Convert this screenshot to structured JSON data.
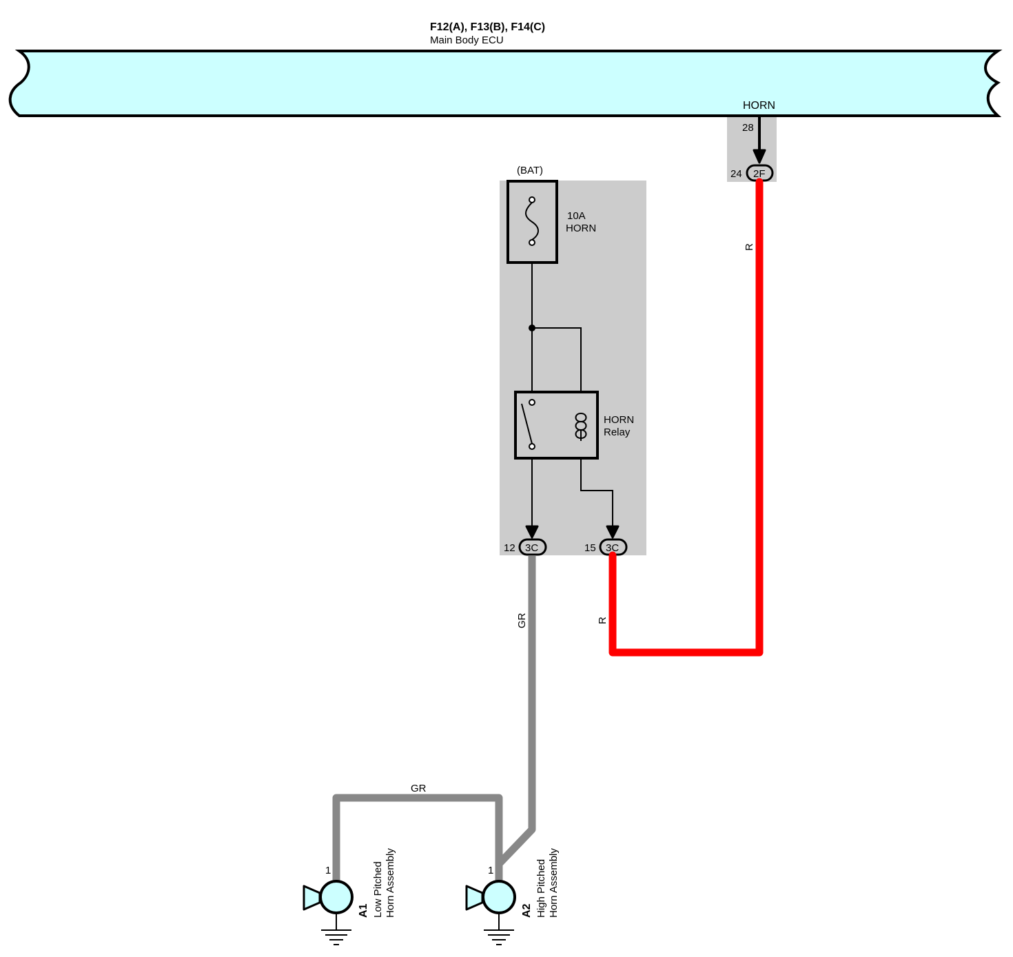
{
  "ecu": {
    "connector_ids": "F12(A), F13(B), F14(C)",
    "name": "Main Body ECU",
    "horn_terminal_label": "HORN",
    "horn_pin": "28",
    "body_color": "#ccffff"
  },
  "junction_2f": {
    "pin": "24",
    "connector": "2F"
  },
  "relay_block": {
    "bat_label": "(BAT)",
    "fuse_rating": "10A",
    "fuse_name": "HORN",
    "relay_name_line1": "HORN",
    "relay_name_line2": "Relay",
    "block_color": "#cccccc"
  },
  "junction_3c_left": {
    "pin": "12",
    "connector": "3C"
  },
  "junction_3c_right": {
    "pin": "15",
    "connector": "3C"
  },
  "wires": {
    "red_color_code": "R",
    "red_color_code_lower": "R",
    "gray_color_code": "GR",
    "gray_color_code_branch": "GR",
    "red_hex": "#ff0000",
    "gray_hex": "#888888"
  },
  "horns": [
    {
      "pin": "1",
      "id": "A1",
      "name_line1": "Low Pitched",
      "name_line2": "Horn Assembly"
    },
    {
      "pin": "1",
      "id": "A2",
      "name_line1": "High Pitched",
      "name_line2": "Horn Assembly"
    }
  ]
}
